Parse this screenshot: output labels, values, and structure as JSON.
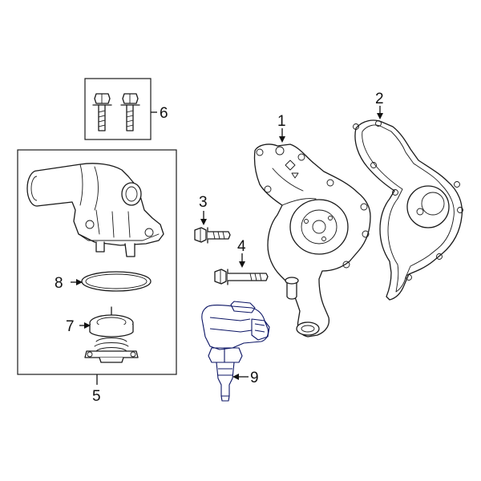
{
  "callouts": {
    "c1": "1",
    "c2": "2",
    "c3": "3",
    "c4": "4",
    "c5": "5",
    "c6": "6",
    "c7": "7",
    "c8": "8",
    "c9": "9"
  },
  "colors": {
    "highlight": "#2f3fc8",
    "line": "#1a1a1a",
    "background": "#ffffff"
  },
  "highlighted_part": "9"
}
